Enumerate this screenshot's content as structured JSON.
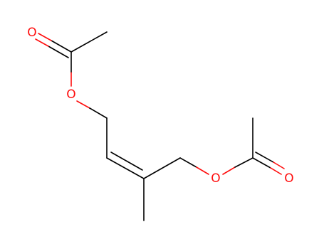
{
  "molecule": {
    "atoms": [
      {
        "id": "o1",
        "label": "O",
        "color": "#ff0d0d"
      },
      {
        "id": "o2",
        "label": "O",
        "color": "#ff0d0d"
      },
      {
        "id": "o3",
        "label": "O",
        "color": "#ff0d0d"
      },
      {
        "id": "o4",
        "label": "O",
        "color": "#ff0d0d"
      }
    ],
    "bond_color": "#000000",
    "heteroatom_color": "#ff0d0d",
    "background": "#ffffff"
  }
}
